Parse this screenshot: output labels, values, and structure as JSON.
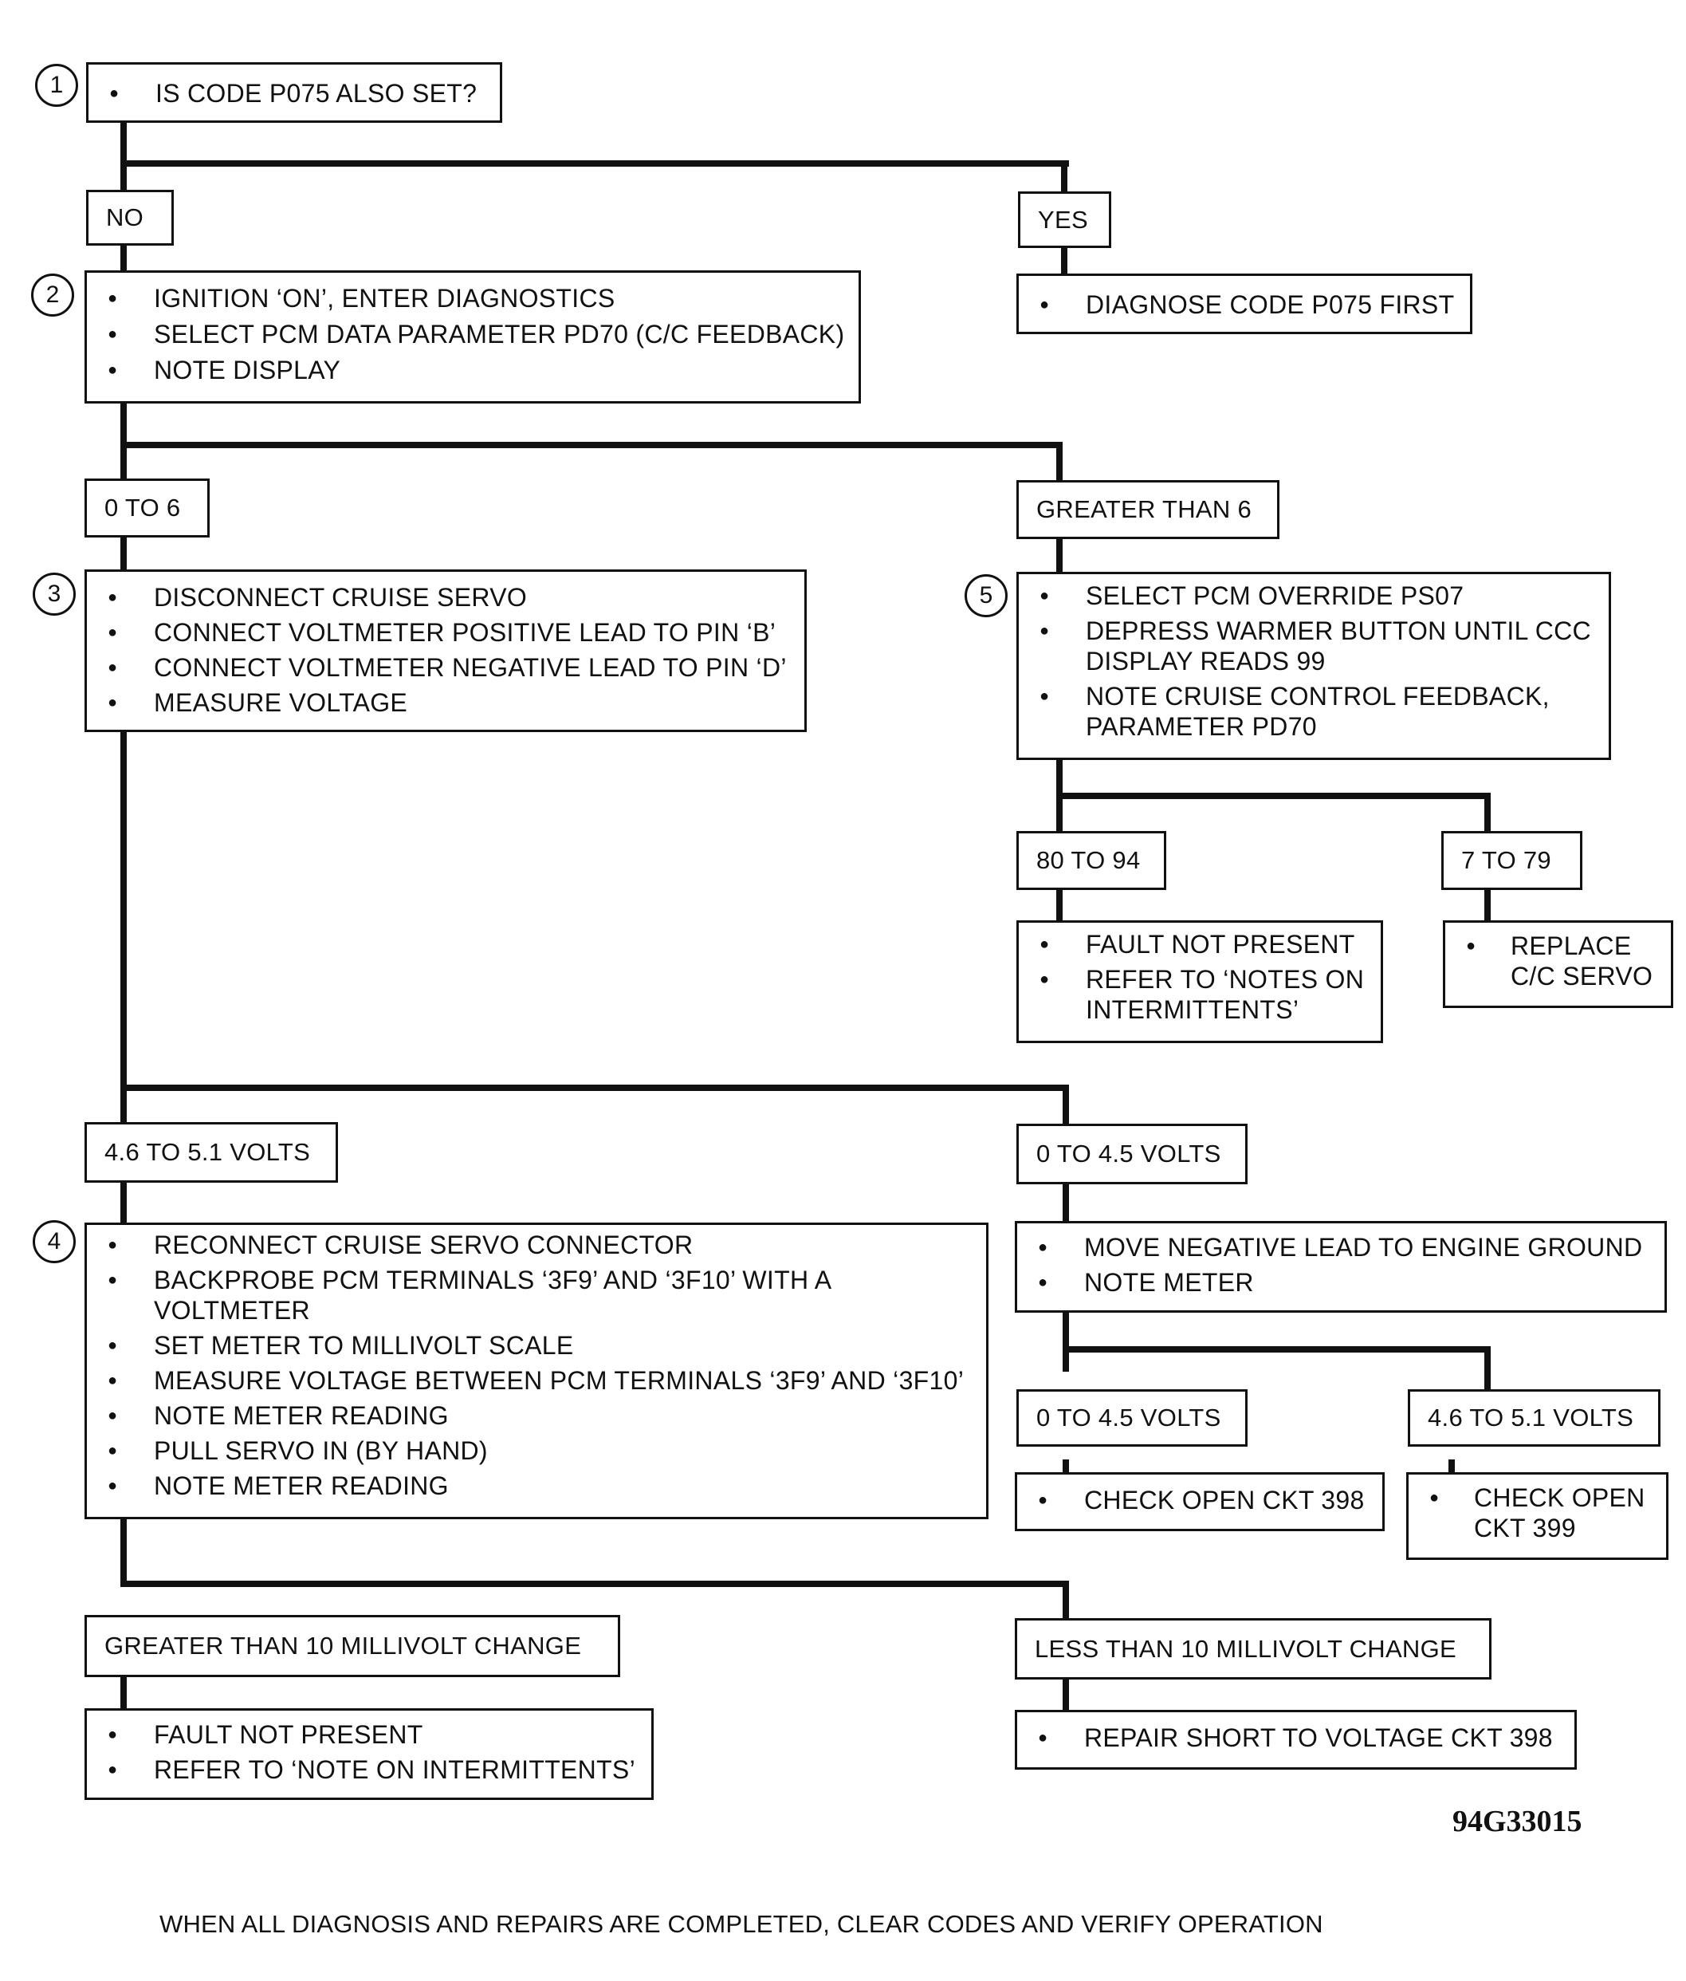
{
  "steps": {
    "s1": {
      "num": "1",
      "items": [
        "IS CODE P075 ALSO SET?"
      ]
    },
    "s2": {
      "num": "2",
      "items": [
        "IGNITION ‘ON’, ENTER DIAGNOSTICS",
        "SELECT PCM DATA PARAMETER PD70 (C/C FEEDBACK)",
        "NOTE DISPLAY"
      ]
    },
    "s3": {
      "num": "3",
      "items": [
        "DISCONNECT CRUISE SERVO",
        "CONNECT VOLTMETER POSITIVE LEAD TO PIN ‘B’",
        "CONNECT VOLTMETER NEGATIVE LEAD TO PIN ‘D’",
        "MEASURE VOLTAGE"
      ]
    },
    "s4": {
      "num": "4",
      "items": [
        "RECONNECT CRUISE SERVO CONNECTOR",
        "BACKPROBE PCM TERMINALS ‘3F9’ AND ‘3F10’ WITH A VOLTMETER",
        "SET METER TO MILLIVOLT SCALE",
        "MEASURE VOLTAGE BETWEEN PCM TERMINALS ‘3F9’ AND ‘3F10’",
        "NOTE METER READING",
        "PULL SERVO IN  (BY HAND)",
        "NOTE METER READING"
      ]
    },
    "s5": {
      "num": "5",
      "items": [
        "SELECT PCM OVERRIDE PS07",
        "DEPRESS WARMER BUTTON UNTIL CCC DISPLAY READS 99",
        "NOTE CRUISE CONTROL FEEDBACK, PARAMETER PD70"
      ]
    }
  },
  "labels": {
    "no": "NO",
    "yes": "YES",
    "zero_to_6": "0 TO 6",
    "greater_than_6": "GREATER THAN 6",
    "r80_94": "80 TO 94",
    "r7_79": "7 TO 79",
    "v46_51_a": "4.6 TO 5.1 VOLTS",
    "v0_45_a": "0 TO 4.5 VOLTS",
    "v0_45_b": "0 TO 4.5 VOLTS",
    "v46_51_b": "4.6 TO 5.1 VOLTS",
    "gt10mv": "GREATER THAN 10 MILLIVOLT CHANGE",
    "lt10mv": "LESS THAN 10 MILLIVOLT CHANGE"
  },
  "actions": {
    "diag_p075": [
      "DIAGNOSE CODE P075 FIRST"
    ],
    "fault_np_a": [
      "FAULT NOT PRESENT",
      "REFER TO ‘NOTES ON INTERMITTENTS’"
    ],
    "replace_servo": [
      "REPLACE C/C SERVO"
    ],
    "move_lead": [
      "MOVE NEGATIVE LEAD TO ENGINE GROUND",
      "NOTE METER"
    ],
    "open_398": [
      "CHECK OPEN CKT 398"
    ],
    "open_399": [
      "CHECK OPEN CKT 399"
    ],
    "fault_np_b": [
      "FAULT NOT PRESENT",
      "REFER TO ‘NOTE ON INTERMITTENTS’"
    ],
    "repair_398": [
      "REPAIR SHORT TO VOLTAGE CKT 398"
    ]
  },
  "figure_id": "94G33015",
  "footer": "WHEN ALL DIAGNOSIS AND REPAIRS ARE COMPLETED, CLEAR CODES AND VERIFY OPERATION"
}
